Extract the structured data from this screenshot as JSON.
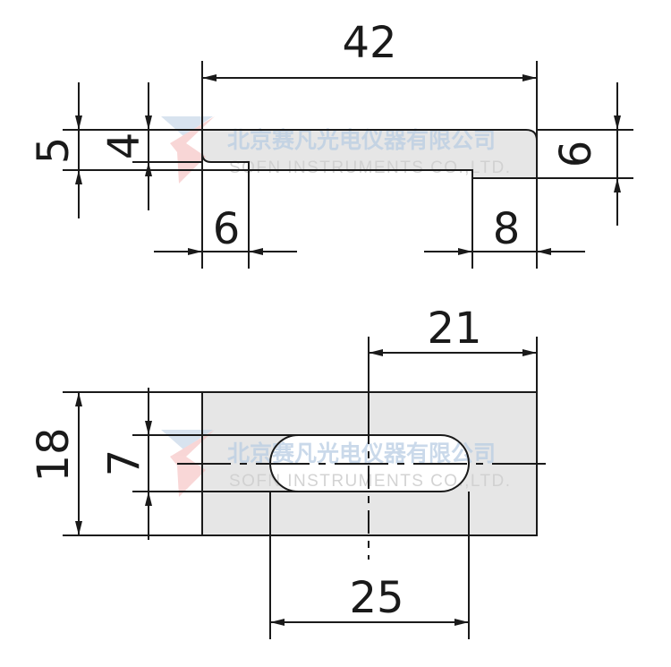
{
  "drawing": {
    "colors": {
      "line": "#1a1a1a",
      "part_fill": "#e6e6e6",
      "background": "#ffffff",
      "watermark_blue": "#b9cde3",
      "watermark_red": "#f4b6b6",
      "watermark_gray": "#cfcfcf"
    },
    "top_view": {
      "dimensions": {
        "overall_length": "42",
        "left_height": "5",
        "left_step": "4",
        "right_height": "6",
        "left_leg_width": "6",
        "right_leg_width": "8"
      }
    },
    "bottom_view": {
      "dimensions": {
        "overall_height": "18",
        "slot_width": "7",
        "slot_center_offset": "21",
        "slot_length": "25"
      }
    },
    "watermarks": [
      {
        "chinese": "北京赛凡光电仪器有限公司",
        "english": "SOFN INSTRUMENTS CO.,LTD."
      },
      {
        "chinese": "北京赛凡光电仪器有限公司",
        "english": "SOFN INSTRUMENTS CO.,LTD."
      }
    ]
  }
}
